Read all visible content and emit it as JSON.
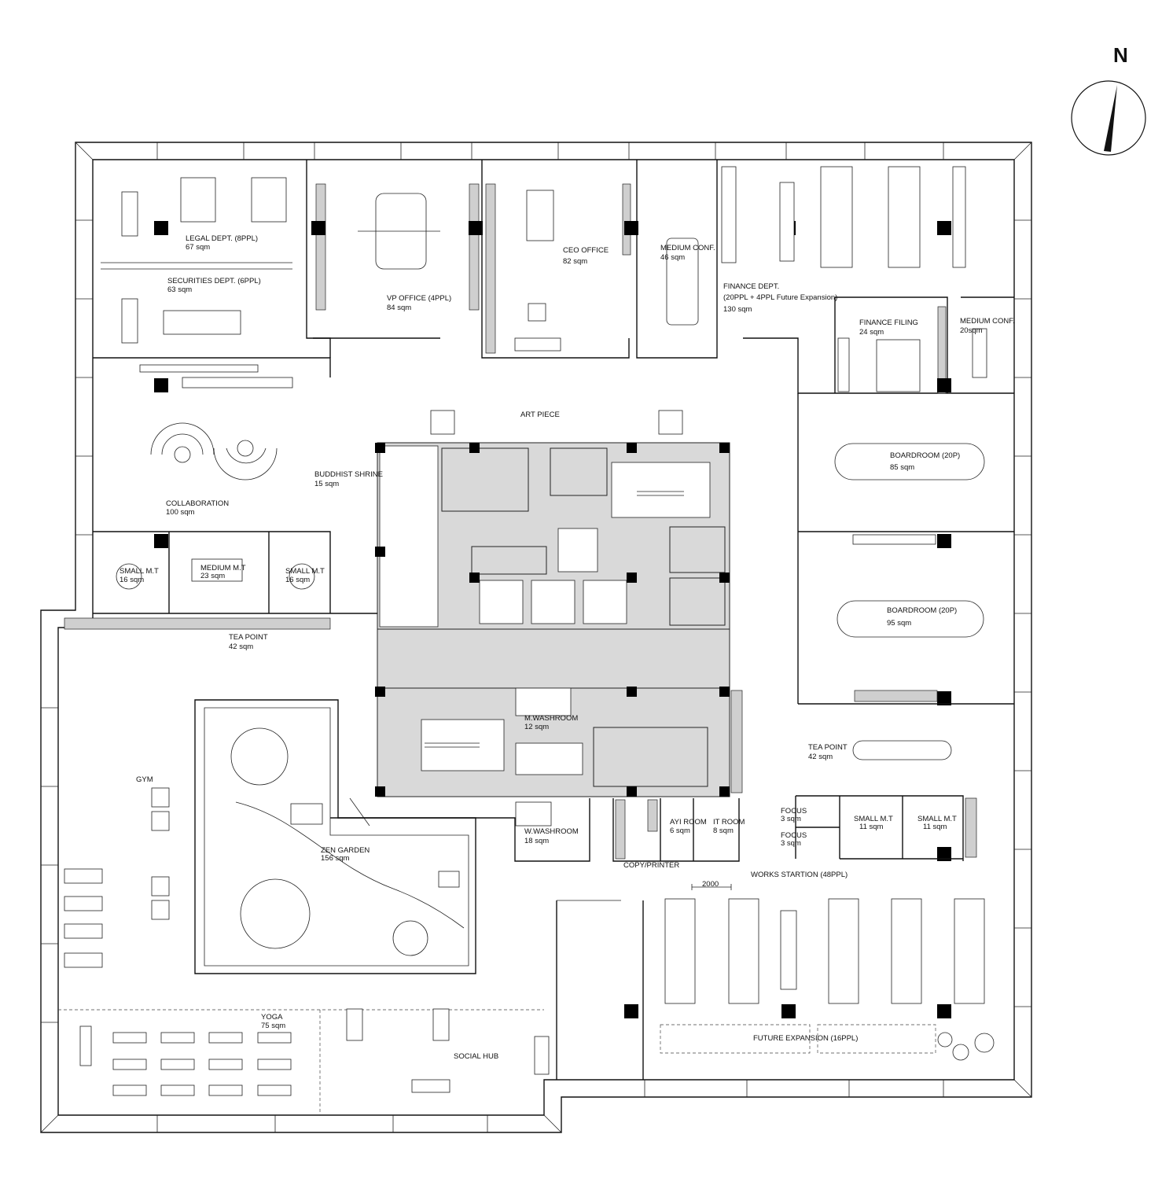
{
  "north": {
    "label": "N"
  },
  "rooms": {
    "legal": {
      "name": "LEGAL DEPT. (8PPL)",
      "area": "67 sqm"
    },
    "securities": {
      "name": "SECURITIES DEPT. (6PPL)",
      "area": "63 sqm"
    },
    "vp_office": {
      "name": "VP OFFICE (4PPL)",
      "area": "84 sqm"
    },
    "ceo_office": {
      "name": "CEO OFFICE",
      "area": "82 sqm"
    },
    "medium_conf_north": {
      "name": "MEDIUM CONF.",
      "area": "46 sqm"
    },
    "finance": {
      "name": "FINANCE DEPT.",
      "detail": "(20PPL + 4PPL Future Expansion)",
      "area": "130 sqm"
    },
    "finance_filing": {
      "name": "FINANCE FILING",
      "area": "24 sqm"
    },
    "medium_conf_east": {
      "name": "MEDIUM CONF.",
      "area": "20sqm"
    },
    "art_piece": {
      "name": "ART PIECE"
    },
    "buddhist_shrine": {
      "name": "BUDDHIST SHRINE",
      "area": "15 sqm"
    },
    "collaboration": {
      "name": "COLLABORATION",
      "area": "100 sqm"
    },
    "boardroom_1": {
      "name": "BOARDROOM (20P)",
      "area": "85 sqm"
    },
    "boardroom_2": {
      "name": "BOARDROOM (20P)",
      "area": "95 sqm"
    },
    "small_mt_1": {
      "name": "SMALL M.T",
      "area": "16 sqm"
    },
    "medium_mt": {
      "name": "MEDIUM M.T",
      "area": "23 sqm"
    },
    "small_mt_2": {
      "name": "SMALL M.T",
      "area": "16 sqm"
    },
    "tea_point_west": {
      "name": "TEA POINT",
      "area": "42 sqm"
    },
    "tea_point_east": {
      "name": "TEA POINT",
      "area": "42 sqm"
    },
    "m_washroom": {
      "name": "M.WASHROOM",
      "area": "12 sqm"
    },
    "w_washroom": {
      "name": "W.WASHROOM",
      "area": "18 sqm"
    },
    "ayi_room": {
      "name": "AYI ROOM",
      "area": "6 sqm"
    },
    "it_room": {
      "name": "IT ROOM",
      "area": "8 sqm"
    },
    "copy_printer": {
      "name": "COPY/PRINTER"
    },
    "focus_1": {
      "name": "FOCUS",
      "area": "3 sqm"
    },
    "focus_2": {
      "name": "FOCUS",
      "area": "3 sqm"
    },
    "small_mt_3": {
      "name": "SMALL M.T",
      "area": "11 sqm"
    },
    "small_mt_4": {
      "name": "SMALL M.T",
      "area": "11 sqm"
    },
    "gym": {
      "name": "GYM"
    },
    "zen_garden": {
      "name": "ZEN GARDEN",
      "area": "156 sqm"
    },
    "works_station": {
      "name": "WORKS STARTION (48PPL)"
    },
    "dimension": {
      "value": "2000"
    },
    "yoga": {
      "name": "YOGA",
      "area": "75 sqm"
    },
    "social_hub": {
      "name": "SOCIAL HUB"
    },
    "future_expansion": {
      "name": "FUTURE EXPANSION (16PPL)"
    }
  }
}
